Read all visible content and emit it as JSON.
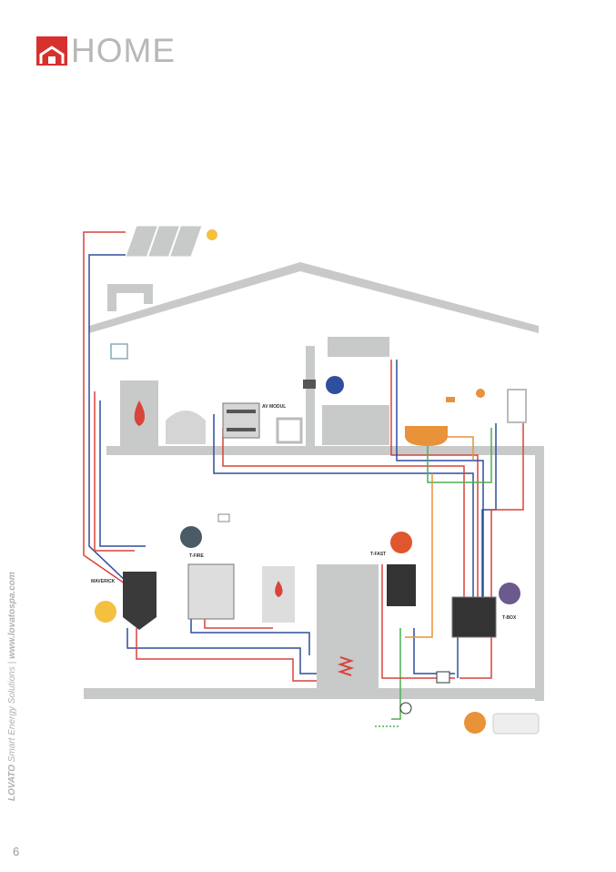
{
  "header": {
    "title": "HOME"
  },
  "sidebar_text": {
    "brand": "LOVATO",
    "tagline": "Smart Energy Solutions",
    "separator": "|",
    "url": "www.lovatospa.com"
  },
  "page_number": "6",
  "diagram": {
    "labels": {
      "maverick": "MAVERICK",
      "t_fire": "T-FIRE",
      "t_fast": "T-FAST",
      "t_box": "T-BOX",
      "av_modul": "AV MODUL"
    },
    "colors": {
      "hot": "#d9443a",
      "cold": "#2f4e9c",
      "green": "#4caf50",
      "orange": "#e8923a",
      "structure": "#c8c9c9"
    }
  }
}
